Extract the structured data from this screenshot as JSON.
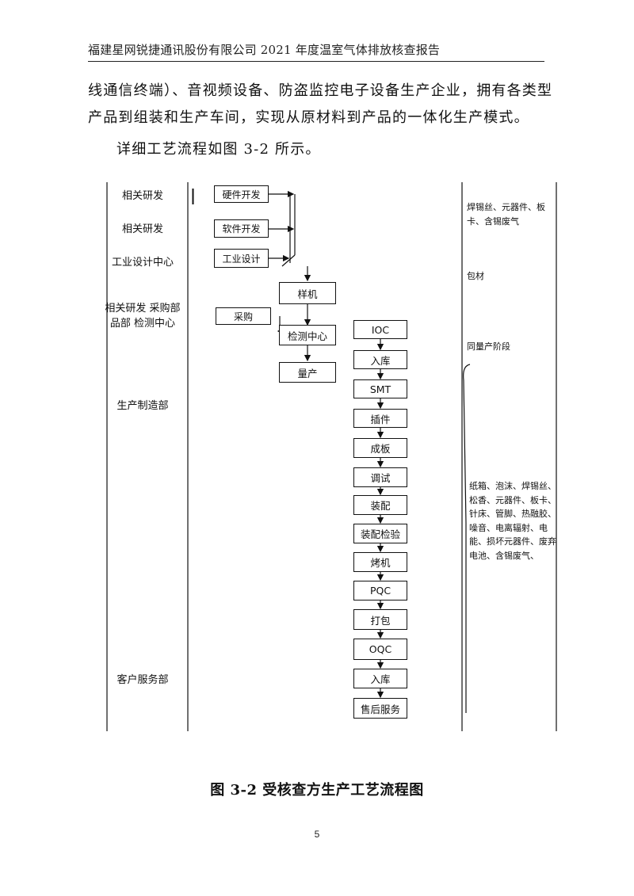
{
  "header": {
    "title": "福建星网锐捷通讯股份有限公司 2021 年度温室气体排放核查报告"
  },
  "body": {
    "paragraph_1": "线通信终端）、音视频设备、防盗监控电子设备生产企业，拥有各类型产品到组装和生产车间，实现从原材料到产品的一体化生产模式。",
    "paragraph_2": "详细工艺流程如图 3-2 所示。"
  },
  "flowchart": {
    "departments": [
      "相关研发",
      "相关研发",
      "工业设计中心",
      "相关研发 采购部品部 检测中心",
      "生产制造部",
      "客户服务部"
    ],
    "dev_boxes": [
      "硬件开发",
      "软件开发",
      "工业设计"
    ],
    "prototype": "样机",
    "purchase": "采购",
    "testing_center": "检测中心",
    "mass_production": "量产",
    "process_steps": [
      "IOC",
      "入库",
      "SMT",
      "插件",
      "成板",
      "调试",
      "装配",
      "装配检验",
      "烤机",
      "PQC",
      "打包",
      "OQC",
      "入库",
      "售后服务"
    ],
    "emissions": {
      "dev_stage": "焊锡丝、元器件、板卡、含锡废气",
      "packaging": "包材",
      "mass_stage": "同量产阶段",
      "manufacturing": "纸箱、泡沫、焊锡丝、松香、元器件、板卡、针床、管脚、热融胶、噪音、电离辐射、电能、损坏元器件、废弃电池、含锡废气、"
    }
  },
  "caption": "图 3-2  受核查方生产工艺流程图",
  "page_number": "5"
}
